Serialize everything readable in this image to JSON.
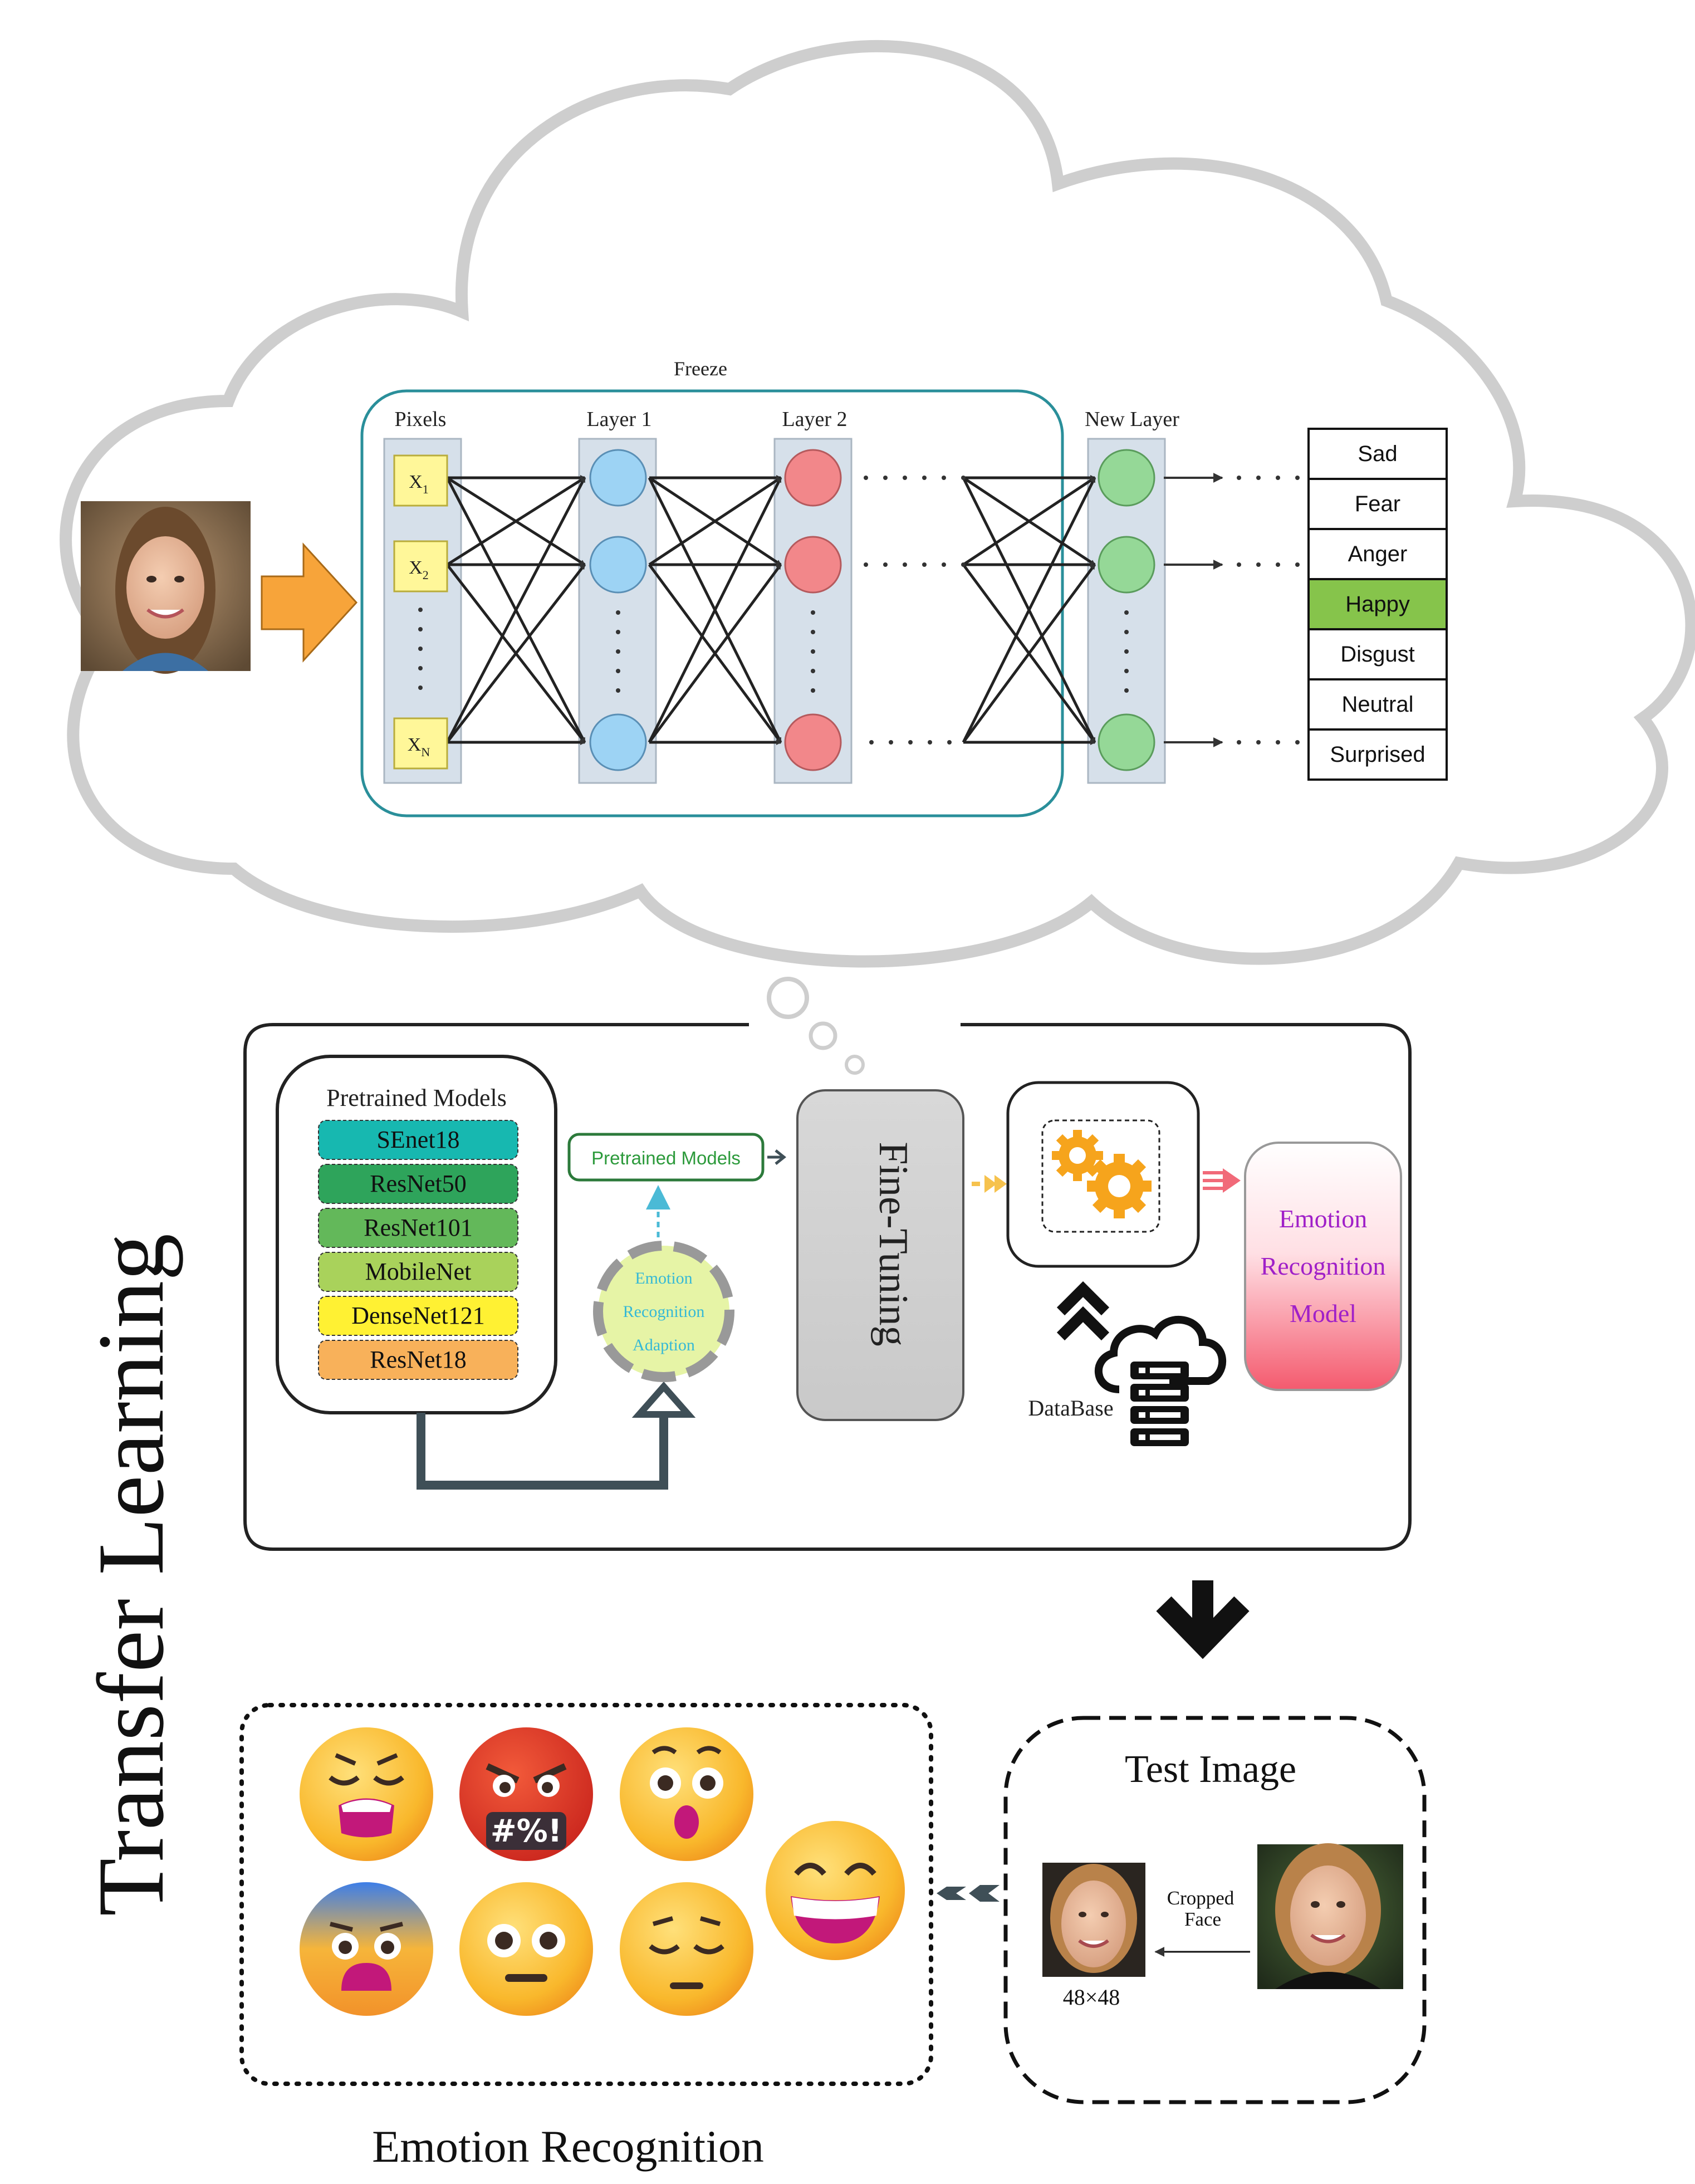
{
  "colors": {
    "cloud_stroke": "#cccccc",
    "freeze_border": "#2a8f9a",
    "column_fill": "#d6e0ea",
    "pixel_box": "#fff799",
    "layer1_node": "#9dd3f4",
    "layer2_node": "#f2878a",
    "new_layer_node": "#95d897",
    "happy_fill": "#86c44b",
    "arrow_orange": "#f7a43a",
    "dark_slate": "#3f4f57",
    "emotion_model_text": "#a020c8"
  },
  "network": {
    "freeze_label": "Freeze",
    "pixels_label": "Pixels",
    "layer1_label": "Layer 1",
    "layer2_label": "Layer 2",
    "new_layer_label": "New Layer",
    "inputs": [
      {
        "base": "X",
        "sub": "1"
      },
      {
        "base": "X",
        "sub": "2"
      },
      {
        "base": "X",
        "sub": "N"
      }
    ],
    "outputs": [
      "Sad",
      "Fear",
      "Anger",
      "Happy",
      "Disgust",
      "Neutral",
      "Surprised"
    ],
    "highlighted_output": "Happy"
  },
  "pipeline": {
    "pretrained_title": "Pretrained Models",
    "models": [
      {
        "name": "SEnet18",
        "color": "#17b8b0"
      },
      {
        "name": "ResNet50",
        "color": "#2ea45b"
      },
      {
        "name": "ResNet101",
        "color": "#63b85a"
      },
      {
        "name": "MobileNet",
        "color": "#a9d25b"
      },
      {
        "name": "DenseNet121",
        "color": "#fff133"
      },
      {
        "name": "ResNet18",
        "color": "#f8b15a"
      }
    ],
    "pretrained_tag": "Pretrained Models",
    "adaption_lines": [
      "Emotion",
      "Recognition",
      "Adaption"
    ],
    "fine_tuning": "Fine-Tuning",
    "database_label": "DataBase",
    "emotion_model_lines": [
      "Emotion",
      "Recognition",
      "Model"
    ]
  },
  "side_title": "Transfer Learning",
  "test_image": {
    "title": "Test Image",
    "crop_lines": [
      "Cropped",
      "Face"
    ],
    "size_label": "48×48"
  },
  "emotion_recognition_title": "Emotion Recognition",
  "emojis": [
    {
      "name": "weary-face-emoji",
      "kind": "sad"
    },
    {
      "name": "angry-cursing-face-emoji",
      "kind": "anger"
    },
    {
      "name": "surprised-face-emoji",
      "kind": "surprise"
    },
    {
      "name": "fearful-face-emoji",
      "kind": "fear"
    },
    {
      "name": "neutral-face-emoji",
      "kind": "neutral"
    },
    {
      "name": "pensive-face-emoji",
      "kind": "pensive"
    },
    {
      "name": "grinning-face-emoji",
      "kind": "happy"
    }
  ]
}
